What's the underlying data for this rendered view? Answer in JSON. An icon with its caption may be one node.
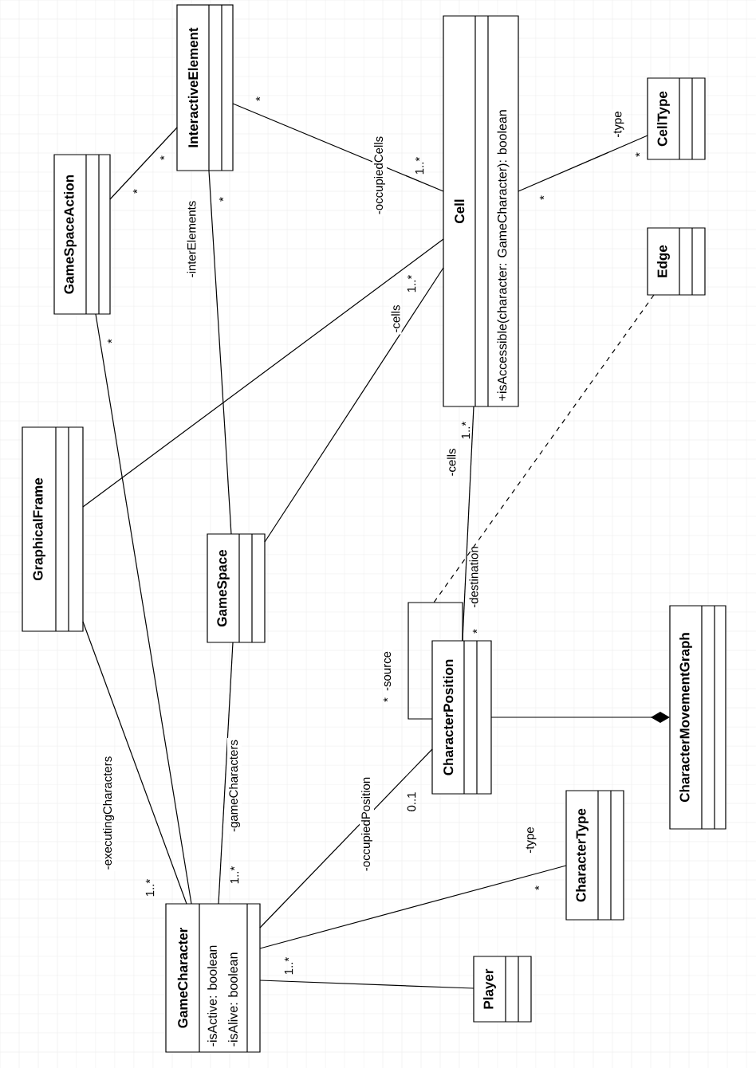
{
  "diagram": {
    "nodes": [
      {
        "text": [
          "InteractiveElement"
        ]
      },
      {
        "text": [
          "GameSpaceAction"
        ]
      },
      {
        "text": [
          "Cell",
          "+isAccessible(character: GameCharacter): boolean"
        ]
      },
      {
        "text": [
          "CellType"
        ]
      },
      {
        "text": [
          "Edge"
        ]
      },
      {
        "text": [
          "GraphicalFrame"
        ]
      },
      {
        "text": [
          "GameSpace"
        ]
      },
      {
        "text": [
          "CharacterPosition"
        ]
      },
      {
        "text": [
          "CharacterMovementGraph"
        ]
      },
      {
        "text": [
          "CharacterType"
        ]
      },
      {
        "text": [
          "Player"
        ]
      },
      {
        "text": [
          "GameCharacter",
          "-isActive: boolean",
          "-isAlive: boolean"
        ]
      }
    ],
    "edges": [
      {
        "from": 1,
        "to": 0,
        "arrow": "none"
      },
      {
        "from": 0,
        "to": 2,
        "arrow": "none",
        "label": "-occupiedCells"
      },
      {
        "from": 1,
        "to": 11,
        "arrow": "none"
      },
      {
        "from": 0,
        "to": 6,
        "arrow": "none",
        "label": "-interElements"
      },
      {
        "from": 5,
        "to": 2,
        "arrow": "none"
      },
      {
        "from": 6,
        "to": 2,
        "arrow": "none",
        "label": "-cells"
      },
      {
        "from": 5,
        "to": 11,
        "arrow": "none",
        "label": "-executingCharacters"
      },
      {
        "from": 6,
        "to": 11,
        "arrow": "none",
        "label": "-gameCharacters"
      },
      {
        "from": 11,
        "to": 7,
        "arrow": "none",
        "label": "-occupiedPosition"
      },
      {
        "from": 7,
        "to": 2,
        "arrow": "none",
        "label": "-cells"
      },
      {
        "from": 7,
        "to": 7,
        "arrow": "none",
        "label": "-source"
      },
      {
        "from": 4,
        "to": null,
        "arrow": "none",
        "style": "dashed"
      },
      {
        "from": 7,
        "to": 8,
        "arrow": "other"
      },
      {
        "from": 11,
        "to": 9,
        "arrow": "none",
        "label": "-type"
      },
      {
        "from": 11,
        "to": 10,
        "arrow": "none"
      },
      {
        "from": 2,
        "to": 3,
        "arrow": "none",
        "label": "-type"
      }
    ],
    "labels": [
      "*",
      "*",
      "*",
      "1..*",
      "*",
      "*",
      "1..*",
      "*",
      "*",
      "1..*",
      "-destination",
      "*",
      "*",
      "1..*",
      "1..*",
      "0..1",
      "*",
      "1..*"
    ]
  }
}
